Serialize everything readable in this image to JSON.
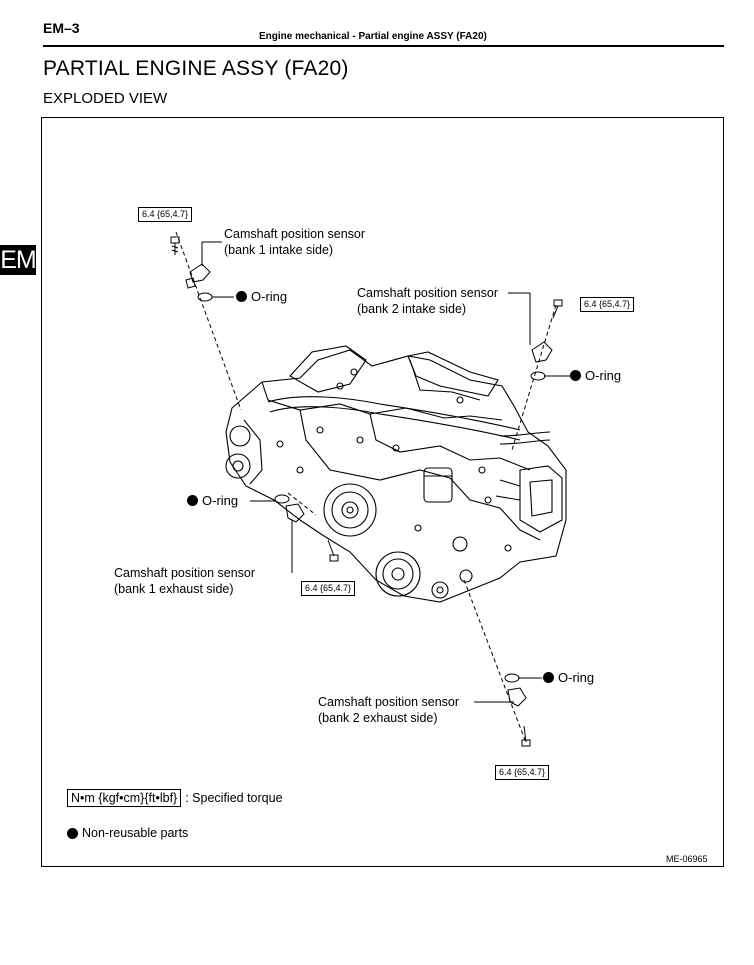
{
  "header": {
    "page_number": "EM–3",
    "running_title": "Engine mechanical  -  Partial engine ASSY (FA20)"
  },
  "side_tab": "EM",
  "page_title": "PARTIAL ENGINE ASSY (FA20)",
  "section_title": "EXPLODED VIEW",
  "figure": {
    "sensors": [
      {
        "label_line1": "Camshaft position sensor",
        "label_line2": "(bank 1 intake side)",
        "torque": "6.4 {65,4.7}",
        "oring": "O-ring"
      },
      {
        "label_line1": "Camshaft position sensor",
        "label_line2": "(bank 2 intake side)",
        "torque": "6.4 {65,4.7}",
        "oring": "O-ring"
      },
      {
        "label_line1": "Camshaft position sensor",
        "label_line2": "(bank 1 exhaust side)",
        "torque": "6.4 {65,4.7}",
        "oring": "O-ring"
      },
      {
        "label_line1": "Camshaft position sensor",
        "label_line2": "(bank 2 exhaust side)",
        "torque": "6.4 {65,4.7}",
        "oring": "O-ring"
      }
    ],
    "figure_id": "ME-06965"
  },
  "legend": {
    "torque_units": "N•m {kgf•cm}{ft•lbf}",
    "torque_desc": ": Specified torque",
    "nonreusable": "Non-reusable parts"
  }
}
